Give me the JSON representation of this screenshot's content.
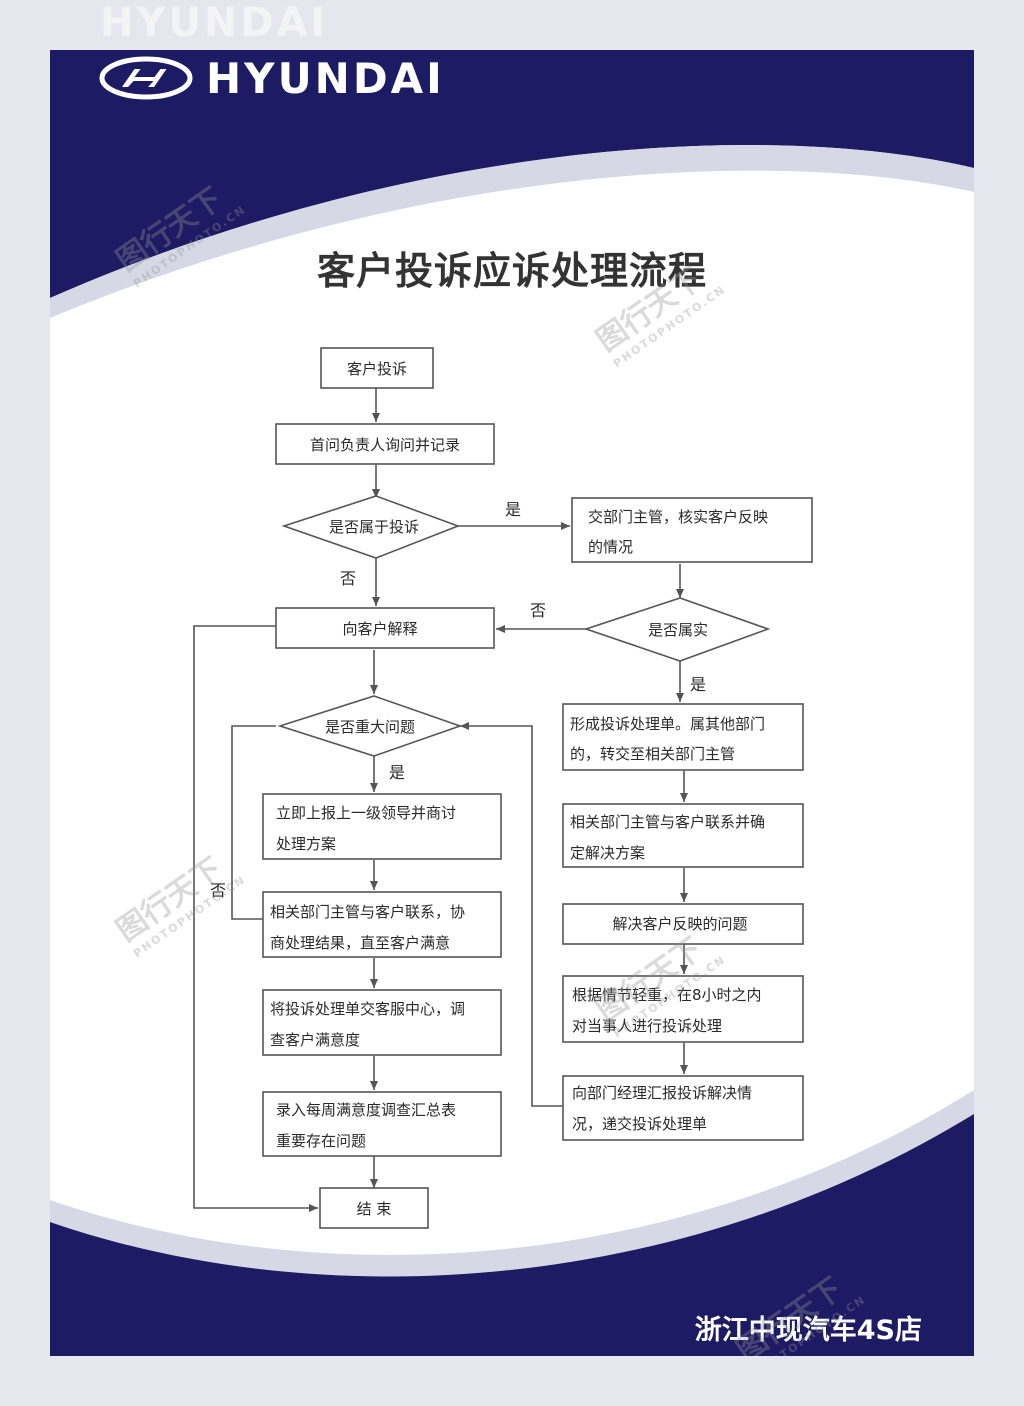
{
  "brand": {
    "name": "HYUNDAI",
    "logo_icon": "hyundai-logo-icon"
  },
  "title": "客户投诉应诉处理流程",
  "footer": "浙江中现汽车4S店",
  "colors": {
    "navy": "#1c1b63",
    "band": "#d7d8e6",
    "line": "#555555"
  },
  "flowchart": {
    "nodes": {
      "start": "客户投诉",
      "record": "首问负责人询问并记录",
      "is_complaint": "是否属于投诉",
      "verify_1": "交部门主管，核实客户反映",
      "verify_2": "的情况",
      "explain": "向客户解释",
      "is_true": "是否属实",
      "is_major": "是否重大问题",
      "report_1": "立即上报上一级领导并商讨",
      "report_2": "处理方案",
      "form_1": "形成投诉处理单。属其他部门",
      "form_2": "的，转交至相关部门主管",
      "contact_1": "相关部门主管与客户联系，协",
      "contact_2": "商处理结果，直至客户满意",
      "decide_1": "相关部门主管与客户联系并确",
      "decide_2": "定解决方案",
      "solve": "解决客户反映的问题",
      "service_1": "将投诉处理单交客服中心，调",
      "service_2": "查客户满意度",
      "severity_1": "根据情节轻重，在8小时之内",
      "severity_2": "对当事人进行投诉处理",
      "weekly_1": "录入每周满意度调查汇总表",
      "weekly_2": "重要存在问题",
      "manager_1": "向部门经理汇报投诉解决情",
      "manager_2": "况，递交投诉处理单",
      "end": "结 束"
    },
    "labels": {
      "yes": "是",
      "no": "否"
    }
  },
  "watermark": {
    "text": "图行天下",
    "sub": "PHOTOPHOTO.CN"
  }
}
